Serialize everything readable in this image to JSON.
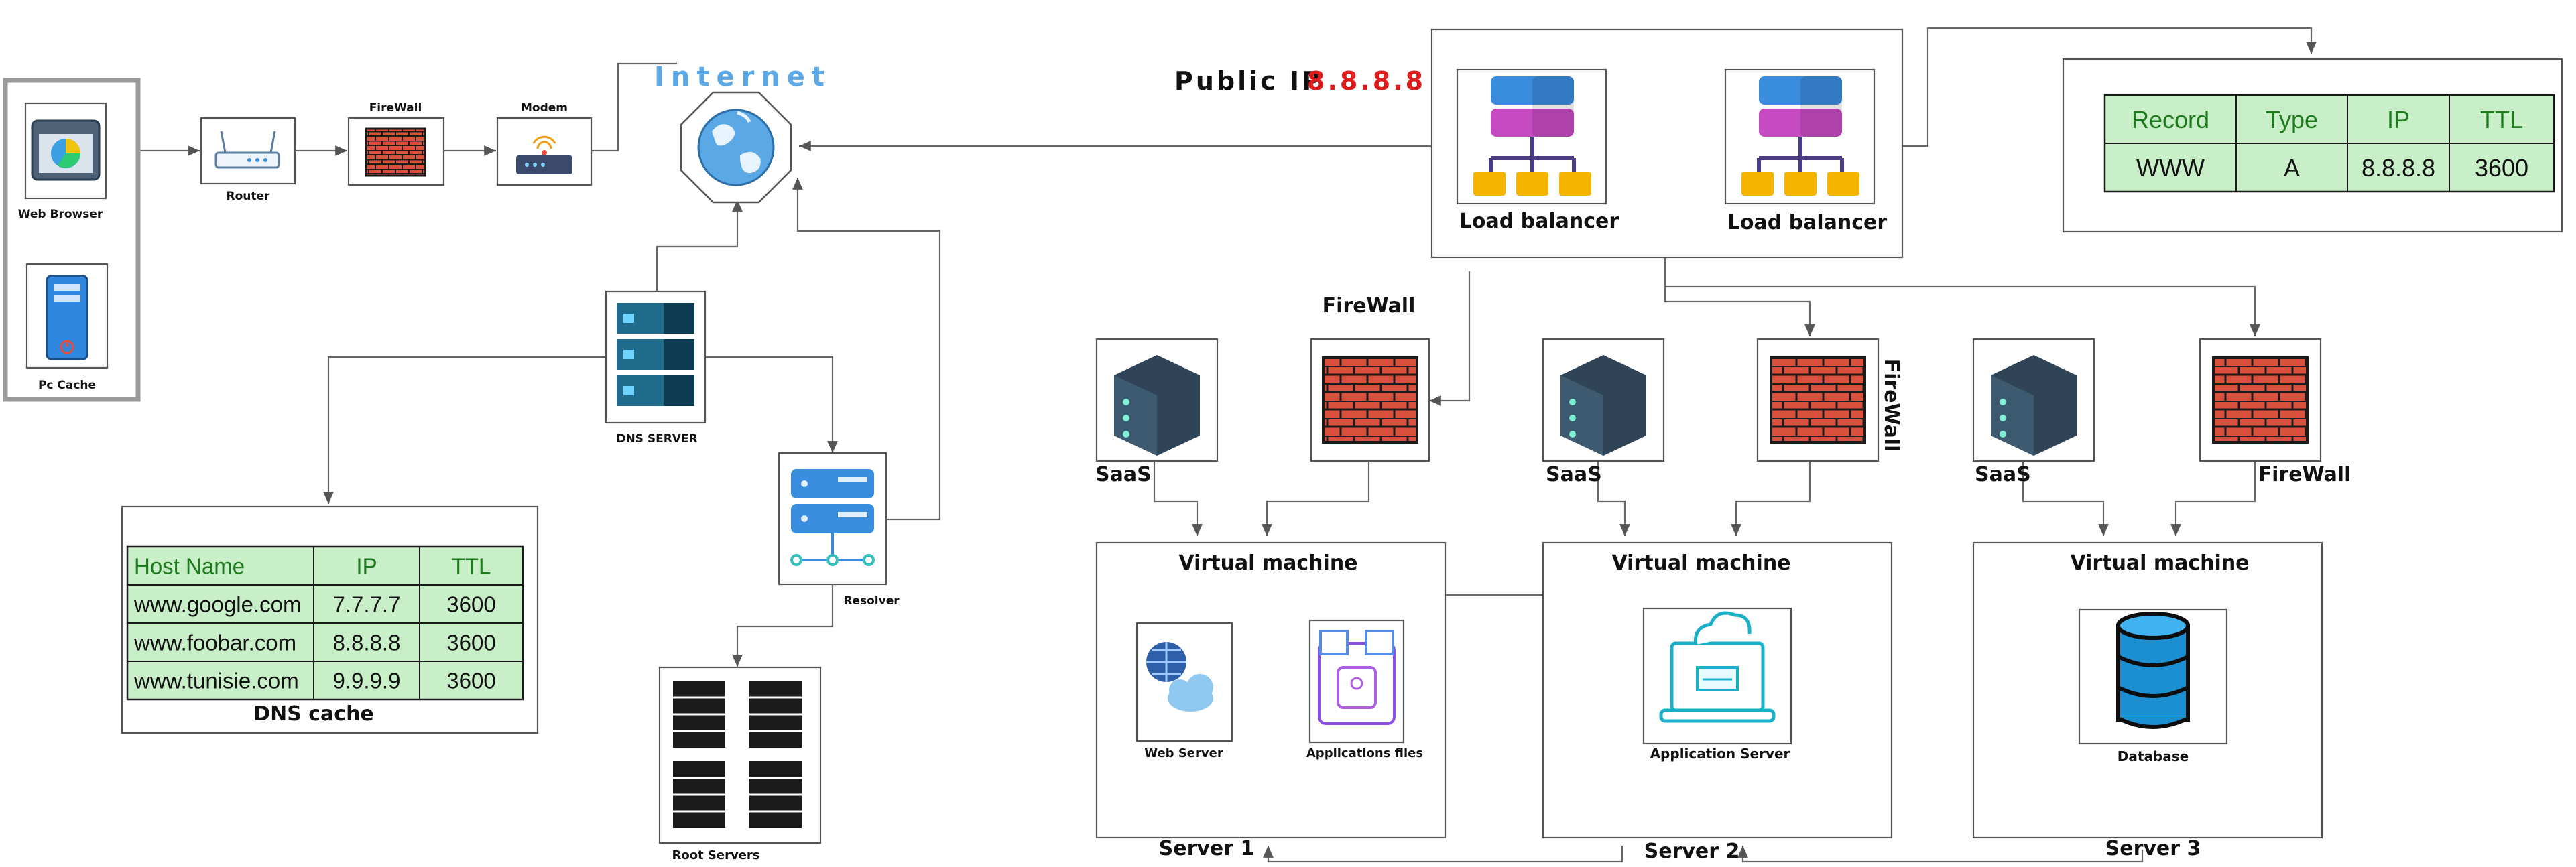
{
  "labels": {
    "web_browser": "Web Browser",
    "pc_cache": "Pc Cache",
    "router": "Router",
    "firewall_small": "FireWall",
    "modem": "Modem",
    "internet": "Internet",
    "public_ip_prefix": "Public IP",
    "public_ip_value": "8.8.8.8",
    "load_balancer_1": "Load balancer",
    "load_balancer_2": "Load balancer",
    "dns_server": "DNS SERVER",
    "resolver": "Resolver",
    "root_servers": "Root Servers",
    "dns_cache": "DNS cache",
    "firewall_1": "FireWall",
    "firewall_2": "FireWall",
    "firewall_3": "FireWall",
    "saas_1": "SaaS",
    "saas_2": "SaaS",
    "saas_3": "SaaS",
    "vm_1": "Virtual machine",
    "vm_2": "Virtual machine",
    "vm_3": "Virtual machine",
    "web_server": "Web Server",
    "applications_files": "Applications files",
    "application_server": "Application Server",
    "database": "Database",
    "server_1": "Server 1",
    "server_2": "Server 2",
    "server_3": "Server 3"
  },
  "dns_cache_table": {
    "headers": [
      "Host Name",
      "IP",
      "TTL"
    ],
    "rows": [
      [
        "www.google.com",
        "7.7.7.7",
        "3600"
      ],
      [
        "www.foobar.com",
        "8.8.8.8",
        "3600"
      ],
      [
        "www.tunisie.com",
        "9.9.9.9",
        "3600"
      ]
    ]
  },
  "dns_record_table": {
    "headers": [
      "Record",
      "Type",
      "IP",
      "TTL"
    ],
    "rows": [
      [
        "WWW",
        "A",
        "8.8.8.8",
        "3600"
      ]
    ]
  },
  "colors": {
    "table_fill": "#c9efc9",
    "table_header_text": "#1d7a1d",
    "public_ip_red": "#e01b1b",
    "internet_blue": "#5aa9e6",
    "brick_red": "#d9503c"
  },
  "icons": [
    "browser-icon",
    "pc-tower-icon",
    "router-icon",
    "firewall-icon",
    "modem-icon",
    "globe-icon",
    "server-rack-icon",
    "resolver-icon",
    "root-servers-icon",
    "load-balancer-icon",
    "saas-server-icon",
    "web-server-icon",
    "applications-files-icon",
    "application-server-icon",
    "database-icon"
  ]
}
